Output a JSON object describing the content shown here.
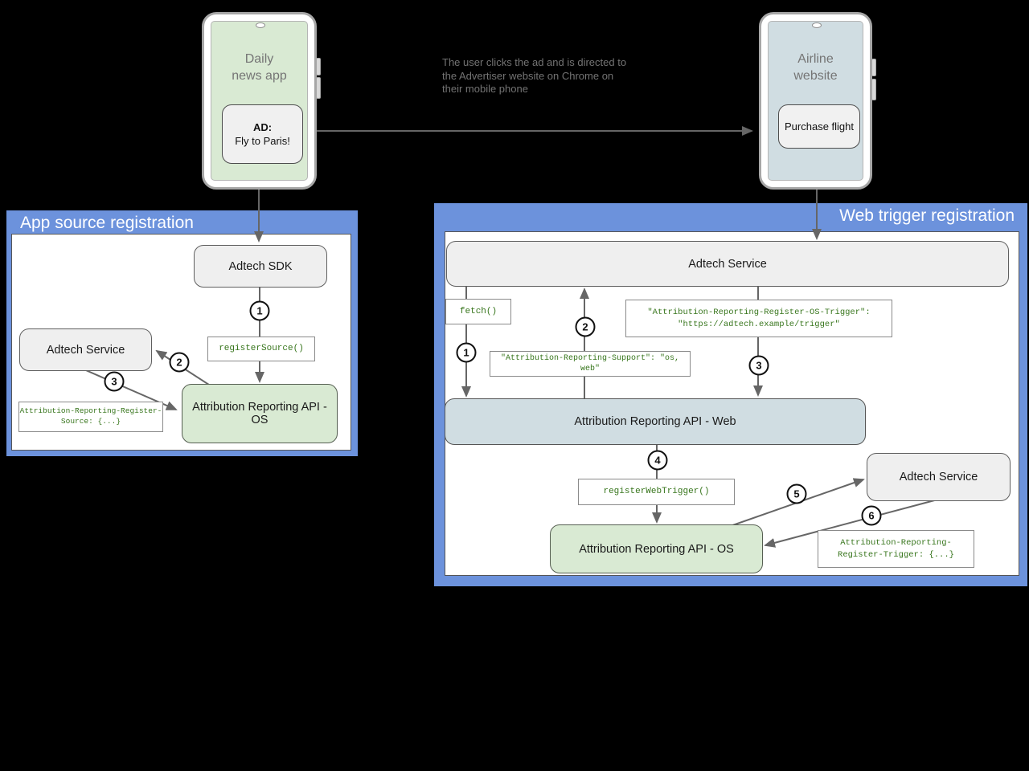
{
  "phones": {
    "left": {
      "app_title": "Daily news app",
      "ad_heading": "AD:",
      "ad_text": "Fly to Paris!"
    },
    "right": {
      "site_title": "Airline website",
      "button_label": "Purchase flight"
    }
  },
  "annotation": "The user clicks the ad and is directed to\nthe Advertiser website on Chrome on\ntheir mobile phone",
  "app_source": {
    "title": "App source registration",
    "adtech_sdk": "Adtech SDK",
    "adtech_service": "Adtech Service",
    "register_source_call": "registerSource()",
    "api_os": "Attribution Reporting API - OS",
    "register_source_header": "Attribution-Reporting-Register-\nSource: {...}",
    "steps": [
      "1",
      "2",
      "3"
    ]
  },
  "web_trigger": {
    "title": "Web trigger registration",
    "adtech_service": "Adtech Service",
    "fetch_call": "fetch()",
    "os_trigger_header": "\"Attribution-Reporting-Register-OS-Trigger\":\n\"https://adtech.example/trigger\"",
    "support_header": "\"Attribution-Reporting-Support\": \"os, web\"",
    "api_web": "Attribution Reporting API - Web",
    "register_web_trigger_call": "registerWebTrigger()",
    "adtech_service_2": "Adtech Service",
    "api_os": "Attribution Reporting API - OS",
    "register_trigger_header": "Attribution-Reporting-\nRegister-Trigger: {...}",
    "steps": [
      "1",
      "2",
      "3",
      "4",
      "5",
      "6"
    ]
  },
  "colors": {
    "panel_blue": "#6c92dc",
    "box_green": "#d9ead3",
    "box_light_blue": "#d0dde2",
    "box_gray": "#efefef",
    "code_text_green": "#38761d",
    "arrow_gray": "#666666"
  }
}
